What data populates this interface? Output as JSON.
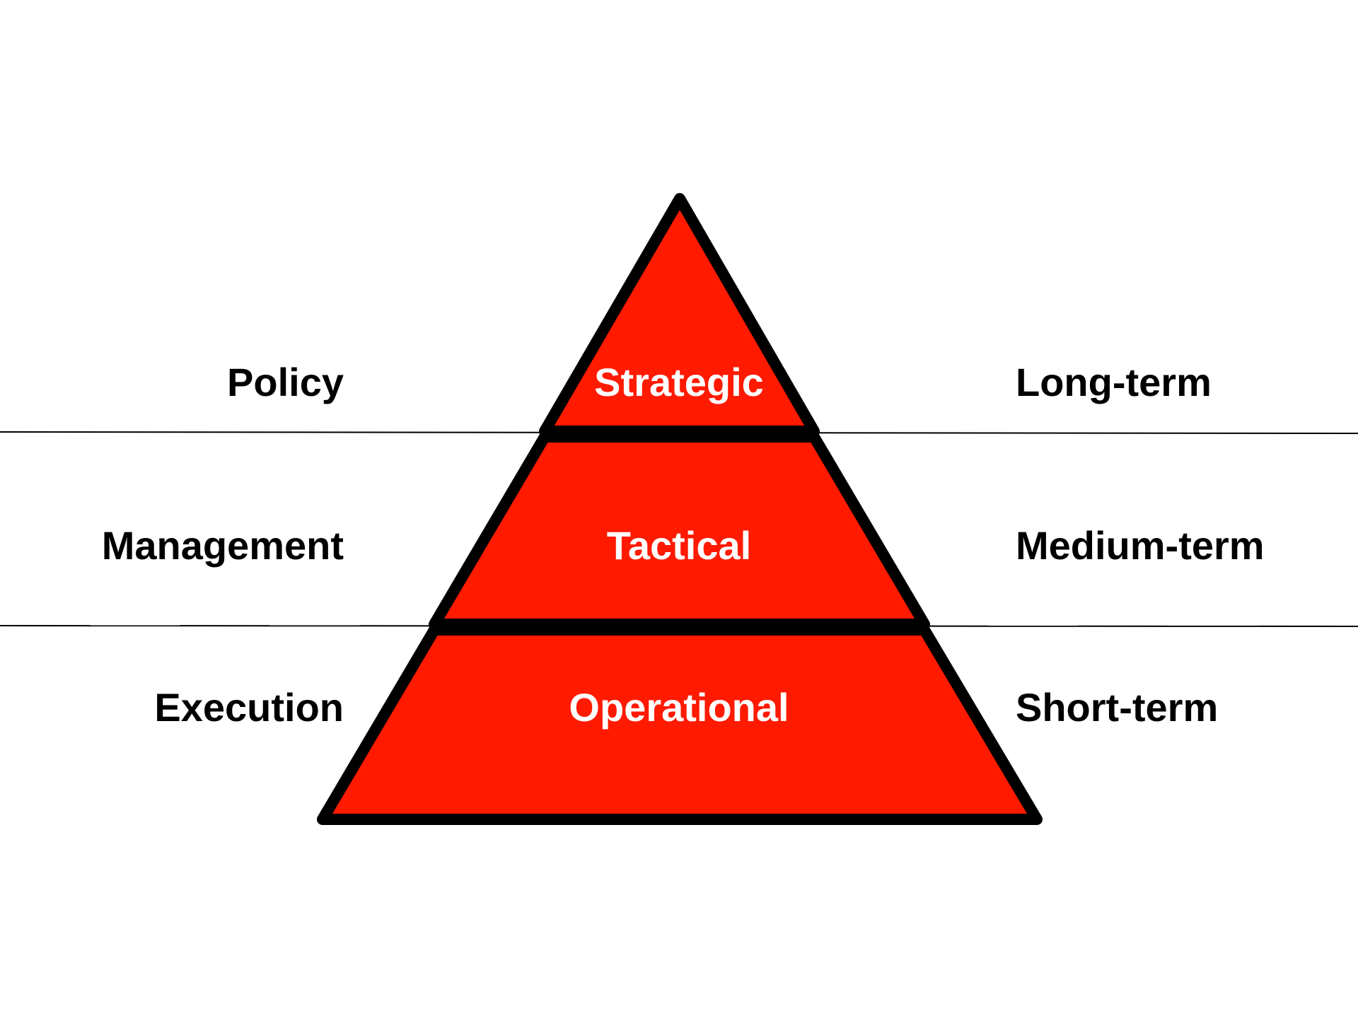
{
  "colors": {
    "background": "#ffffff",
    "pyramid_fill": "#ff1a00",
    "outline": "#000000",
    "level_text": "#ffffff",
    "side_text": "#000000"
  },
  "levels": [
    {
      "label": "Strategic",
      "left_label": "Policy",
      "right_label": "Long-term"
    },
    {
      "label": "Tactical",
      "left_label": "Management",
      "right_label": "Medium-term"
    },
    {
      "label": "Operational",
      "left_label": "Execution",
      "right_label": "Short-term"
    }
  ]
}
